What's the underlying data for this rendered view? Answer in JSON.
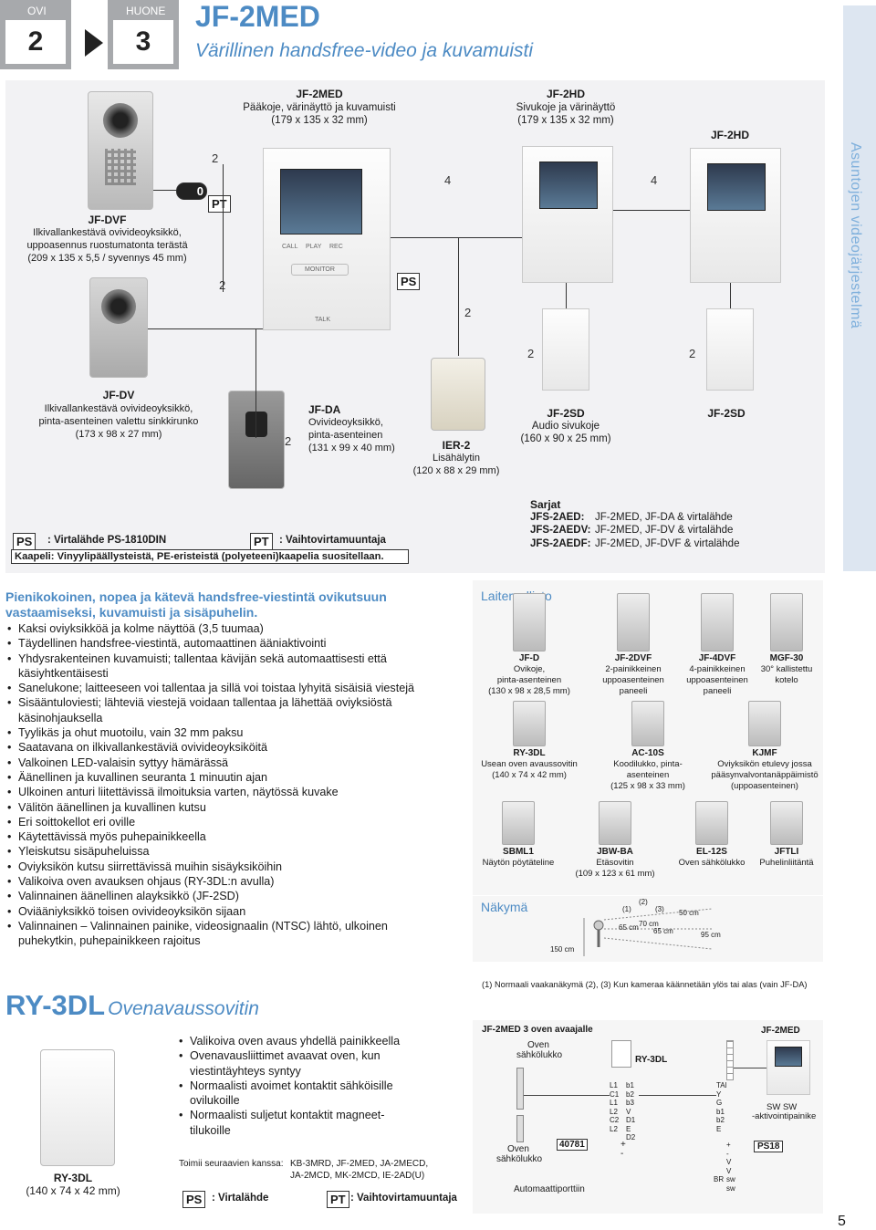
{
  "header": {
    "ovi_tag": "OVI",
    "ovi_num": "2",
    "huone_tag": "HUONE",
    "huone_num": "3",
    "title": "JF-2MED",
    "subtitle": "Värillinen handsfree-video ja kuvamuisti",
    "side_tab": "Asuntojen videojärjestelmä"
  },
  "diagram": {
    "jf_dvf": {
      "name": "JF-DVF",
      "d1": "Ilkivallankestävä ovivideoyksikkö,",
      "d2": "uppoasennus ruostumatonta terästä",
      "d3": "(209 x 135 x 5,5 / syvennys 45 mm)"
    },
    "jf_2med": {
      "name": "JF-2MED",
      "d1": "Pääkoje, värinäyttö ja kuvamuisti",
      "d2": "(179 x 135 x 32 mm)"
    },
    "jf_2hd_a": {
      "name": "JF-2HD",
      "d1": "Sivukoje ja värinäyttö",
      "d2": "(179 x 135 x 32 mm)"
    },
    "jf_2hd_b": {
      "name": "JF-2HD"
    },
    "jf_dv": {
      "name": "JF-DV",
      "d1": "Ilkivallankestävä ovivideoyksikkö,",
      "d2": "pinta-asenteinen valettu sinkkirunko",
      "d3": "(173 x 98 x 27 mm)"
    },
    "jf_da": {
      "name": "JF-DA",
      "d1": "Ovivideoyksikkö,",
      "d2": "pinta-asenteinen",
      "d3": "(131 x 99 x 40 mm)"
    },
    "ier_2": {
      "name": "IER-2",
      "d1": "Lisähälytin",
      "d2": "(120 x 88 x 29 mm)"
    },
    "jf_2sd_a": {
      "name": "JF-2SD",
      "d1": "Audio sivukoje",
      "d2": "(160 x 90 x 25 mm)"
    },
    "jf_2sd_b": {
      "name": "JF-2SD"
    },
    "wire_counts": {
      "w2a": "2",
      "w2b": "2",
      "w4a": "4",
      "w2c": "2",
      "w4b": "4",
      "w2d": "2",
      "w2e": "2",
      "w2f": "2"
    },
    "badges": {
      "pt": "PT",
      "ps": "PS",
      "key": "0"
    },
    "monitor_btns": {
      "call": "CALL",
      "play": "PLAY",
      "rec": "REC",
      "monitor": "MONITOR",
      "talk": "TALK"
    },
    "legend": {
      "ps_badge": "PS",
      "ps_text": ": Virtalähde PS-1810DIN",
      "pt_badge": "PT",
      "pt_text": ": Vaihtovirtamuuntaja",
      "cable": "Kaapeli: Vinyylipäällysteistä, PE-eristeistä (polyeteeni)kaapelia suositellaan."
    },
    "sets": {
      "title": "Sarjat",
      "r1_k": "JFS-2AED:",
      "r1_v": "JF-2MED, JF-DA & virtalähde",
      "r2_k": "JFS-2AEDV:",
      "r2_v": "JF-2MED, JF-DV & virtalähde",
      "r3_k": "JFS-2AEDF:",
      "r3_v": "JF-2MED, JF-DVF & virtalähde"
    }
  },
  "features": {
    "heading1": "Pienikokoinen, nopea ja kätevä handsfree-viestintä ovikutsuun",
    "heading2": "vastaamiseksi, kuvamuisti ja sisäpuhelin.",
    "items": [
      "Kaksi oviyksikköä ja kolme näyttöä (3,5 tuumaa)",
      "Täydellinen handsfree-viestintä, automaattinen ääniaktivointi",
      "Yhdysrakenteinen kuvamuisti; tallentaa kävijän sekä automaattisesti että",
      "käsiyhtkentäisesti",
      "Sanelukone; laitteeseen voi tallentaa ja sillä voi toistaa lyhyitä sisäisiä viestejä",
      "Sisääntuloviesti; lähteviä viestejä voidaan tallentaa ja lähettää oviyksiöstä",
      "käsinohjauksella",
      "Tyylikäs ja ohut muotoilu, vain 32 mm paksu",
      "Saatavana on ilkivallankestäviä ovivideoyksiköitä",
      "Valkoinen LED-valaisin syttyy hämärässä",
      "Äänellinen ja kuvallinen seuranta 1 minuutin ajan",
      "Ulkoinen anturi liitettävissä ilmoituksia varten, näytössä kuvake",
      "Välitön äänellinen ja kuvallinen kutsu",
      "Eri soittokellot eri oville",
      "Käytettävissä myös puhepainikkeella",
      "Yleiskutsu sisäpuheluissa",
      "Oviyksikön kutsu siirrettävissä muihin sisäyksiköihin",
      "Valikoiva oven avauksen ohjaus (RY-3DL:n avulla)",
      "Valinnainen äänellinen alayksikkö (JF-2SD)",
      "Oviääniyksikkö toisen ovivideoyksikön sijaan",
      "Valinnainen – Valinnainen painike, videosignaalin (NTSC) lähtö, ulkoinen",
      "puhekytkin, puhepainikkeen rajoitus"
    ]
  },
  "laitemallisto": {
    "title": "Laitemallisto",
    "row1": [
      {
        "name": "JF-D",
        "l1": "Ovikoje,",
        "l2": "pinta-asenteinen",
        "l3": "(130 x 98 x 28,5 mm)"
      },
      {
        "name": "JF-2DVF",
        "l1": "2-painikkeinen",
        "l2": "uppoasenteinen",
        "l3": "paneeli"
      },
      {
        "name": "JF-4DVF",
        "l1": "4-painikkeinen",
        "l2": "uppoasenteinen",
        "l3": "paneeli"
      },
      {
        "name": "MGF-30",
        "l1": "30° kallistettu",
        "l2": "kotelo",
        "l3": ""
      }
    ],
    "row2": [
      {
        "name": "RY-3DL",
        "l1": "Usean oven avaussovitin",
        "l2": "(140 x 74 x 42 mm)",
        "l3": ""
      },
      {
        "name": "AC-10S",
        "l1": "Koodilukko, pinta-asenteinen",
        "l2": "(125 x 98 x 33 mm)",
        "l3": ""
      },
      {
        "name": "KJMF",
        "l1": "Oviyksikön etulevy jossa",
        "l2": "pääsynvalvontanäppäimistö",
        "l3": "(uppoasenteinen)"
      }
    ],
    "row3": [
      {
        "name": "SBML1",
        "l1": "Näytön pöytäteline",
        "l2": "",
        "l3": ""
      },
      {
        "name": "JBW-BA",
        "l1": "Etäsovitin",
        "l2": "(109 x 123 x 61 mm)",
        "l3": ""
      },
      {
        "name": "EL-12S",
        "l1": "Oven sähkölukko",
        "l2": "",
        "l3": ""
      },
      {
        "name": "JFTLI",
        "l1": "Puhelinliitäntä",
        "l2": "",
        "l3": ""
      }
    ]
  },
  "nakyma": {
    "title": "Näkymä",
    "labels": {
      "p1": "(1)",
      "p2": "(2)",
      "p3": "(3)",
      "d150": "150 cm",
      "d65a": "65 cm",
      "d70": "70 cm",
      "d65b": "65 cm",
      "d50": "50 cm",
      "d95": "95 cm"
    },
    "note": "(1) Normaali vaakanäkymä (2), (3) Kun kameraa käännetään ylös tai alas (vain JF-DA)"
  },
  "ry3dl": {
    "title": "RY-3DL",
    "subtitle": "Ovenavaussovitin",
    "name": "RY-3DL",
    "dims": "(140 x 74 x 42 mm)",
    "bullets": [
      "Valikoiva oven avaus yhdellä painikkeella",
      "Ovenavausliittimet avaavat oven, kun",
      "viestintäyhteys syntyy",
      "Normaalisti avoimet kontaktit sähköisille",
      "ovilukoille",
      "Normaalisti suljetut kontaktit magneet-",
      "tilukoille"
    ],
    "compat_label": "Toimii seuraavien kanssa:",
    "compat_1": "KB-3MRD, JF-2MED, JA-2MECD,",
    "compat_2": "JA-2MCD, MK-2MCD, IE-2AD(U)",
    "ps_badge": "PS",
    "ps_text": ": Virtalähde",
    "pt_badge": "PT",
    "pt_text": ": Vaihtovirtamuuntaja"
  },
  "wiring": {
    "title": "JF-2MED 3 oven avaajalle",
    "jf2med": "JF-2MED",
    "ry3dl": "RY-3DL",
    "lock_top_1": "Oven",
    "lock_top_2": "sähkölukko",
    "lock_bot_1": "Oven",
    "lock_bot_2": "sähkölukko",
    "psu": "40781",
    "auto": "Automaattiporttiin",
    "sw": "SW SW",
    "sw2": "-aktivointipainike",
    "ps18": "PS18",
    "t_left": [
      "L1",
      "C1",
      "L1",
      "L2",
      "C2",
      "L2"
    ],
    "t_mid": [
      "b1",
      "b2",
      "b3",
      "V",
      "D1",
      "E",
      "D2"
    ],
    "t_right": [
      "TAl",
      "Y",
      "G",
      "b1",
      "b2",
      "E"
    ],
    "t_pm": [
      "+",
      "-"
    ],
    "t_pm2": [
      "+",
      "-",
      "V",
      "V",
      "sw",
      "sw"
    ],
    "br": "BR"
  },
  "page_number": "5"
}
